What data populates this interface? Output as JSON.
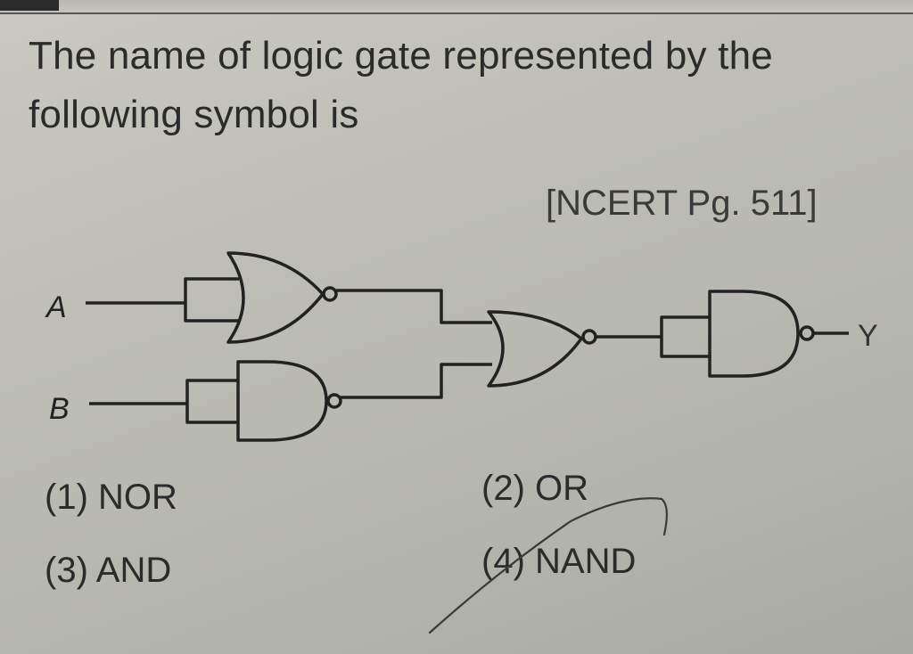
{
  "question": {
    "text": "The name of logic gate represented by the following symbol is",
    "reference": "[NCERT Pg. 511]"
  },
  "circuit": {
    "inputs": [
      "A",
      "B"
    ],
    "output": "Y",
    "gates": [
      {
        "id": "g1",
        "type": "OR with bubbled output (NOR)",
        "input": "A"
      },
      {
        "id": "g2",
        "type": "AND with bubbled output (NAND)",
        "input": "B"
      },
      {
        "id": "g3",
        "type": "OR with bubbled output (NOR)",
        "inputs": [
          "g1",
          "g2"
        ]
      },
      {
        "id": "g4",
        "type": "AND with bubbled output (NAND)",
        "input": "g3",
        "output": "Y"
      }
    ]
  },
  "options": [
    {
      "number": "(1)",
      "label": "NOR"
    },
    {
      "number": "(2)",
      "label": "OR"
    },
    {
      "number": "(3)",
      "label": "AND"
    },
    {
      "number": "(4)",
      "label": "NAND"
    }
  ],
  "colors": {
    "paper": "#c0c0b8",
    "ink": "#2a2a2a"
  }
}
